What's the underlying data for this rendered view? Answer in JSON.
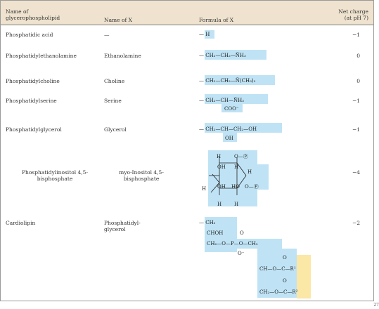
{
  "headers": {
    "col1": "Name of glycerophospholipid",
    "col2": "Name of X",
    "col3": "Formula of X",
    "col4": "Net charge (at pH 7)"
  },
  "rows": [
    {
      "name": "Phosphatidic acid",
      "x": "—",
      "charge": "−1"
    },
    {
      "name": "Phosphatidylethanolamine",
      "x": "Ethanolamine",
      "charge": "0"
    },
    {
      "name": "Phosphatidylcholine",
      "x": "Choline",
      "charge": "0"
    },
    {
      "name": "Phosphatidylserine",
      "x": "Serine",
      "charge": "−1"
    },
    {
      "name": "Phosphatidylglycerol",
      "x": "Glycerol",
      "charge": "−1"
    },
    {
      "name": "Phosphatidylinositol 4,5-bisphosphate",
      "x": "myo-Inositol 4,5-bisphosphate",
      "charge": "−4"
    },
    {
      "name": "Cardiolipin",
      "x": "Phosphatidyl-glycerol",
      "charge": "−2"
    }
  ],
  "formulas": {
    "pa": "— H",
    "pe": "— CH₂—CH₂—N̈H₃",
    "pc": "— CH₂—CH₂—N̈(CH₃)₃",
    "ps_top": "— CH₂—CH—N̈H₃",
    "ps_bottom": "COO⁻",
    "pg_top": "— CH₂—CH—CH₂—OH",
    "pg_bottom": "OH",
    "pip_h1": "H",
    "pip_o": "O—Ⓟ",
    "pip_oh1": "OH",
    "pip_h2": "H",
    "pip_h3": "H",
    "pip_oh2": "OH",
    "pip_ho": "HO",
    "pip_op": "O—Ⓟ",
    "pip_h4": "H",
    "pip_h5": "H",
    "pip_h6": "H",
    "cl_1": "— CH₂",
    "cl_2": "CHOH",
    "cl_o1": "O",
    "cl_3": "CH₂—O—P—O—CH₂",
    "cl_o2": "O⁻",
    "cl_o3": "O",
    "cl_4": "CH—O—C—R¹",
    "cl_o4": "O",
    "cl_5": "CH₂—O—C—R²"
  },
  "page_number": "27"
}
